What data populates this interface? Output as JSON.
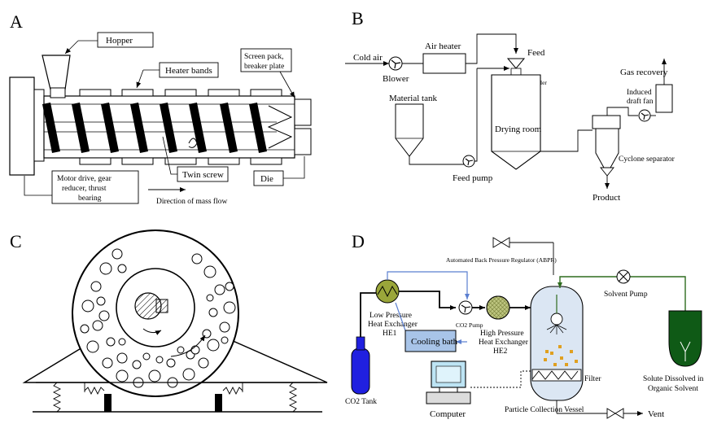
{
  "panels": {
    "a": {
      "letter": "A",
      "hopper": "Hopper",
      "heater_bands": "Heater bands",
      "screen_pack_1": "Screen pack,",
      "screen_pack_2": "breaker plate",
      "motor_1": "Motor drive, gear",
      "motor_2": "reducer, thrust",
      "motor_3": "bearing",
      "twin_screw": "Twin screw",
      "die": "Die",
      "flow": "Direction of mass flow"
    },
    "b": {
      "letter": "B",
      "cold_air": "Cold air",
      "air_heater": "Air heater",
      "blower": "Blower",
      "feed": "Feed",
      "sprinkler": "Sprinkler",
      "gas_recovery": "Gas recovery",
      "induced_1": "Induced",
      "induced_2": "draft fan",
      "material_tank": "Material tank",
      "drying_room": "Drying room",
      "cyclone": "Cyclone separator",
      "feed_pump": "Feed pump",
      "product": "Product"
    },
    "c": {
      "letter": "C"
    },
    "d": {
      "letter": "D",
      "abpr": "Automated Back Pressure Regulator (ABPR)",
      "solvent_pump": "Solvent Pump",
      "lp_1": "Low Pressure",
      "lp_2": "Heat Exchanger",
      "lp_3": "HE1",
      "co2_pump": "CO2 Pump",
      "hp_1": "High Pressure",
      "hp_2": "Heat Exchanger",
      "hp_3": "HE2",
      "cooling_bath": "Cooling bath",
      "filter": "Filter",
      "solute_1": "Solute Dissolved in",
      "solute_2": "Organic Solvent",
      "co2_tank": "CO2 Tank",
      "vessel": "Particle Collection Vessel",
      "computer": "Computer",
      "vent": "Vent"
    }
  }
}
